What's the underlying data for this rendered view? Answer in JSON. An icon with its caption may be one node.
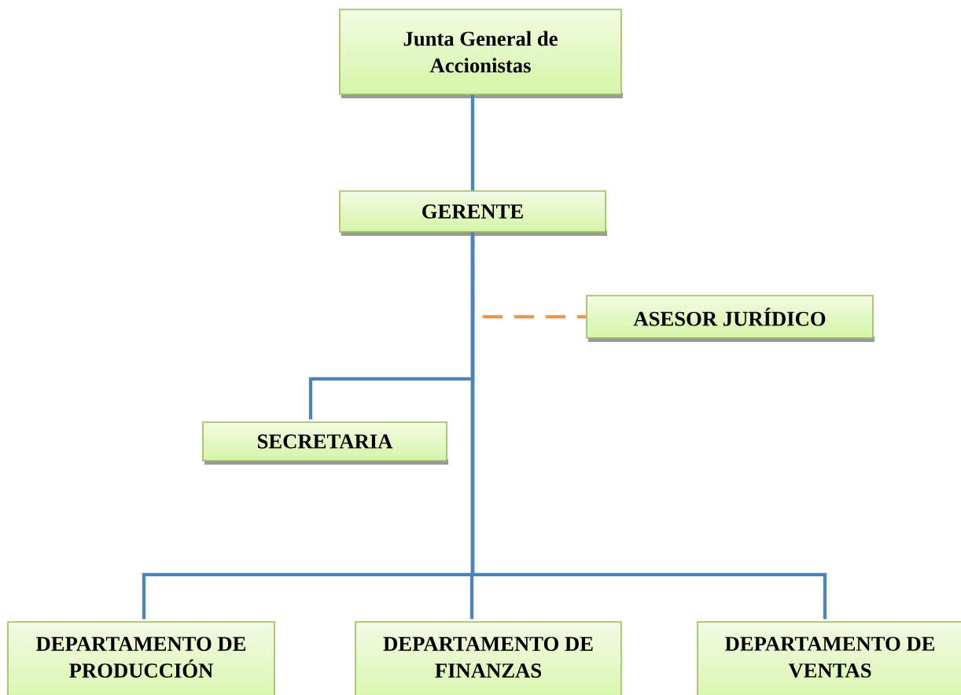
{
  "diagram": {
    "nodes": [
      {
        "text": [
          "Junta General de Accionistas"
        ]
      },
      {
        "text": [
          "GERENTE"
        ]
      },
      {
        "text": [
          "ASESOR JURÍDICO"
        ]
      },
      {
        "text": [
          "SECRETARIA"
        ]
      },
      {
        "text": [
          "DEPARTAMENTO DE PRODUCCIÓN"
        ]
      },
      {
        "text": [
          "DEPARTAMENTO DE FINANZAS"
        ]
      },
      {
        "text": [
          "DEPARTAMENTO DE VENTAS"
        ]
      }
    ],
    "edges": [
      {
        "from": 0,
        "to": 1,
        "arrow": "none"
      },
      {
        "from": 1,
        "to": 2,
        "arrow": "none",
        "style": "dashed",
        "color": "#f79646"
      },
      {
        "from": 1,
        "to": 3,
        "arrow": "none"
      },
      {
        "from": 1,
        "to": 4,
        "arrow": "none"
      },
      {
        "from": 1,
        "to": 5,
        "arrow": "none"
      },
      {
        "from": 1,
        "to": 6,
        "arrow": "none"
      }
    ]
  }
}
